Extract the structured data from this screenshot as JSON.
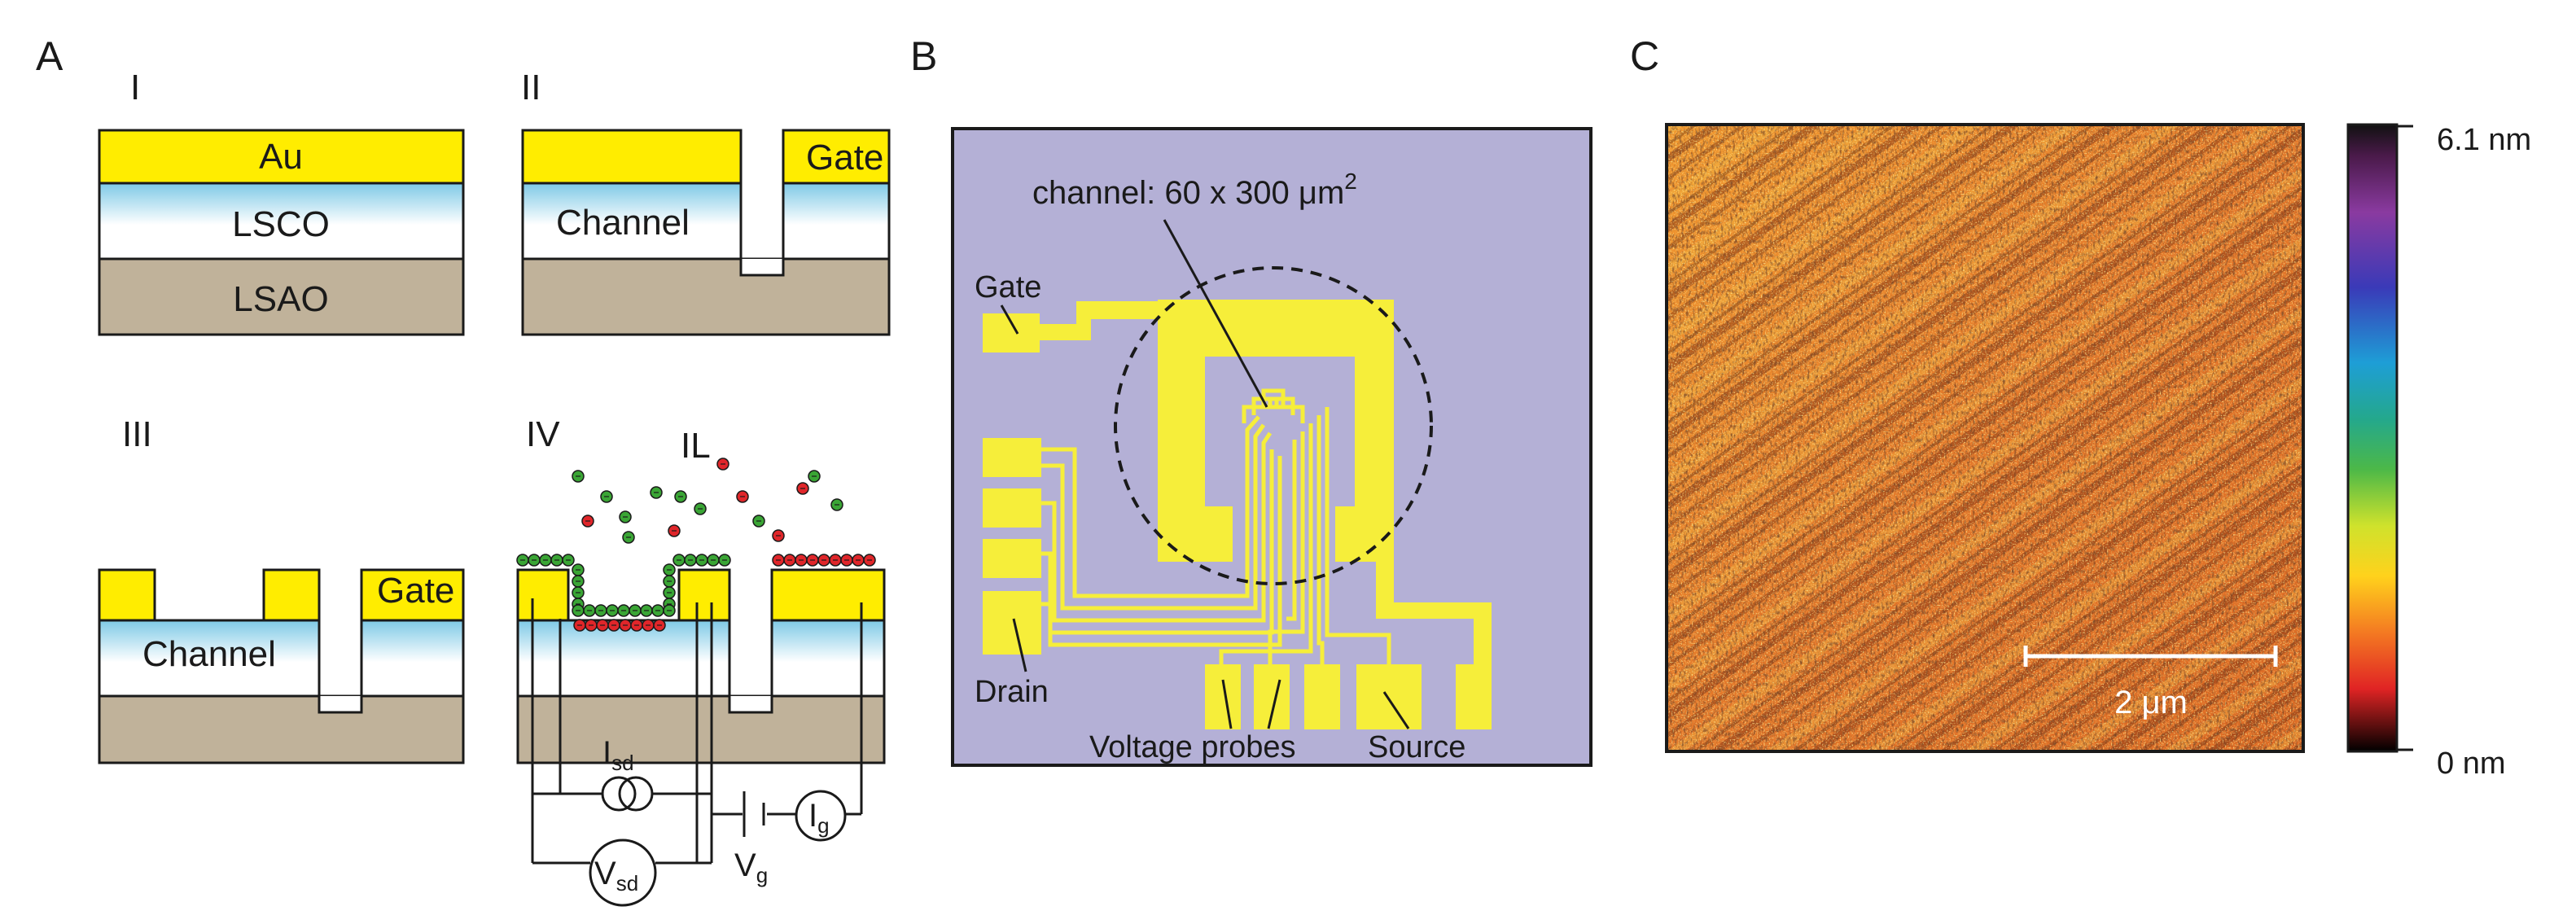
{
  "panels": {
    "a": {
      "letter": "A",
      "steps": {
        "s1": "I",
        "s2": "II",
        "s3": "III",
        "s4": "IV"
      },
      "layers": {
        "au": "Au",
        "lsco": "LSCO",
        "lsao": "LSAO"
      },
      "labels": {
        "channel": "Channel",
        "gate": "Gate",
        "il": "IL"
      },
      "circuit": {
        "i_sd": {
          "main": "I",
          "sub": "sd"
        },
        "v_sd": {
          "main": "V",
          "sub": "sd"
        },
        "v_g": {
          "main": "V",
          "sub": "g"
        },
        "i_g": {
          "main": "I",
          "sub": "g"
        }
      }
    },
    "b": {
      "letter": "B",
      "channel_text": "channel: 60 x 300 μm",
      "channel_exponent": "2",
      "gate": "Gate",
      "drain": "Drain",
      "voltage_probes": "Voltage probes",
      "source": "Source"
    },
    "c": {
      "letter": "C",
      "scale_bar": "2 μm",
      "colorbar_max": "6.1 nm",
      "colorbar_min": "0 nm"
    }
  },
  "colors": {
    "gold": "#ffed00",
    "lsco_top": "#7ec9e6",
    "substrate": "#c0b29a",
    "device_bg": "#b4b0d6",
    "pad_yellow": "#f6ee3a",
    "ion_green": "#3aa535",
    "ion_red": "#e0262a",
    "afm_base": "#e4782a"
  }
}
